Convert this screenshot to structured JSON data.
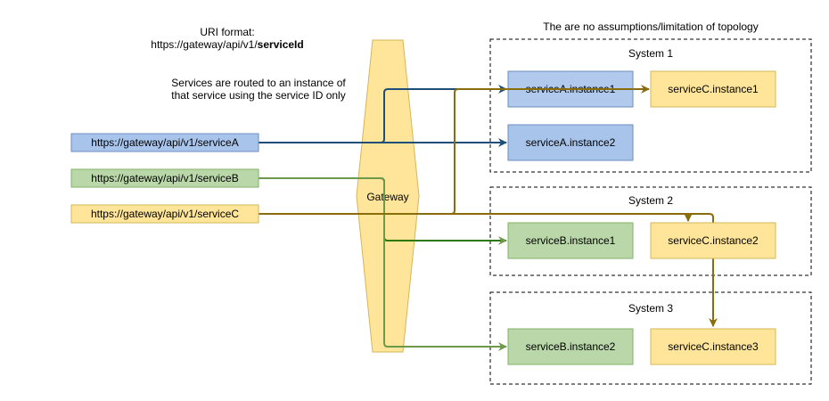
{
  "colors": {
    "blue_fill": "#a9c4eb",
    "blue_stroke": "#6c8ebf",
    "blue_edge": "#1f4e79",
    "green_fill": "#b9d7a8",
    "green_stroke": "#82b366",
    "green_edge_dark": "#2d7600",
    "green_edge_light": "#6d9a4a",
    "yellow_fill": "#ffe599",
    "yellow_stroke": "#d6b656",
    "yellow_edge": "#8a6d0b",
    "gateway_fill": "#ffe599",
    "gateway_stroke": "#d6b656"
  },
  "notes": {
    "uri_format_line1": "URI format:",
    "uri_format_prefix": "https://gateway/api/v1/",
    "uri_format_bold": "serviceId",
    "routing_line1": "Services are routed to an instance of",
    "routing_line2": "that service using the service ID only",
    "topology": "The are no assumptions/limitation of topology"
  },
  "requests": {
    "service_a": "https://gateway/api/v1/serviceA",
    "service_b": "https://gateway/api/v1/serviceB",
    "service_c": "https://gateway/api/v1/serviceC"
  },
  "gateway": {
    "label": "Gateway"
  },
  "systems": {
    "system1": {
      "title": "System 1",
      "instances": {
        "service_a_instance1": "serviceA.instance1",
        "service_c_instance1": "serviceC.instance1",
        "service_a_instance2": "serviceA.instance2"
      }
    },
    "system2": {
      "title": "System 2",
      "instances": {
        "service_b_instance1": "serviceB.instance1",
        "service_c_instance2": "serviceC.instance2"
      }
    },
    "system3": {
      "title": "System 3",
      "instances": {
        "service_b_instance2": "serviceB.instance2",
        "service_c_instance3": "serviceC.instance3"
      }
    }
  }
}
